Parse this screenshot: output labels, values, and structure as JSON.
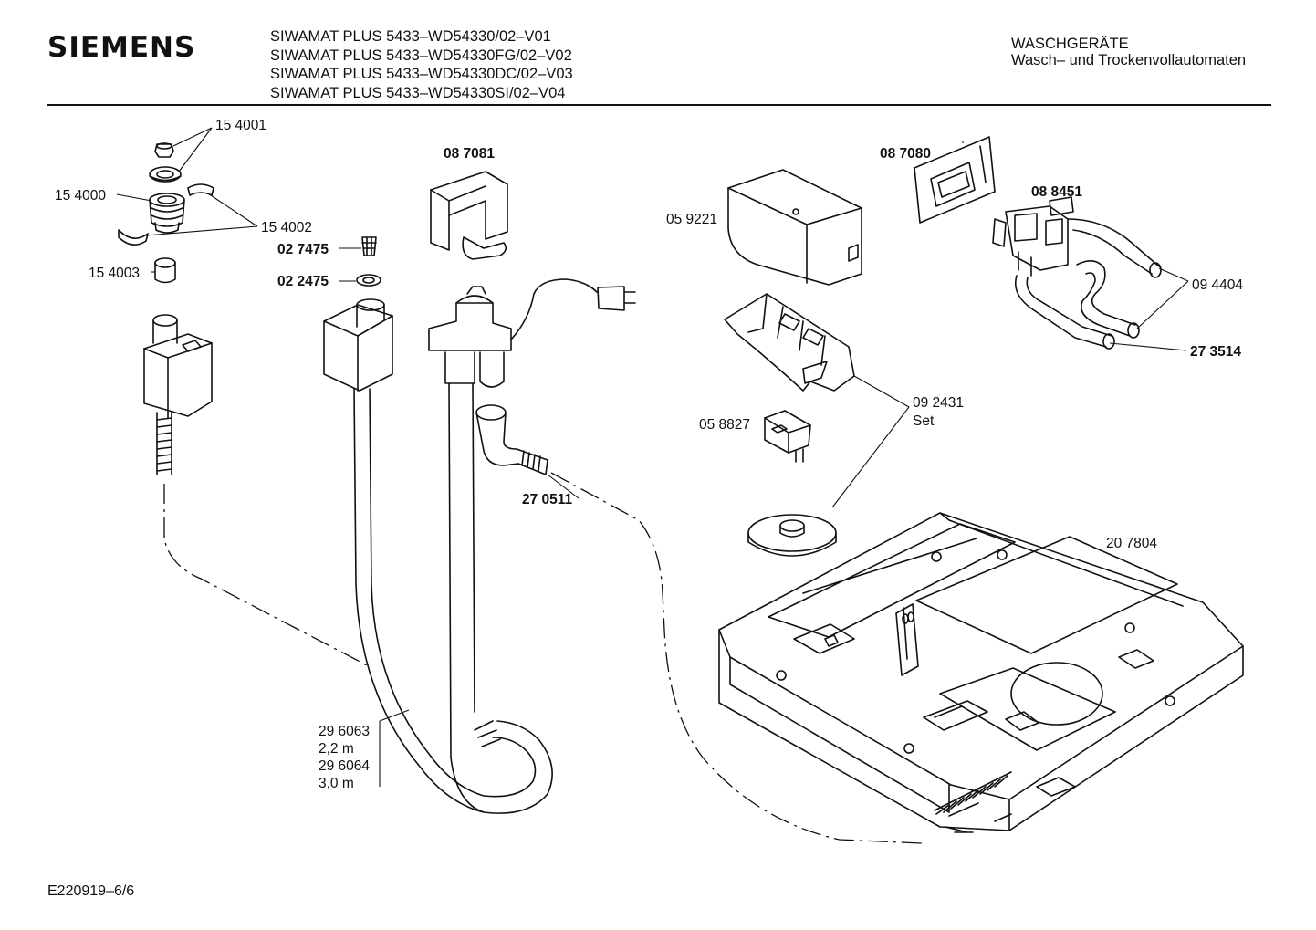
{
  "header": {
    "brand": "SIEMENS",
    "models": [
      "SIWAMAT PLUS 5433–WD54330/02–V01",
      "SIWAMAT PLUS 5433–WD54330FG/02–V02",
      "SIWAMAT PLUS 5433–WD54330DC/02–V03",
      "SIWAMAT PLUS 5433–WD54330SI/02–V04"
    ],
    "category": "WASCHGERÄTE",
    "subcategory": "Wasch– und Trockenvollautomaten"
  },
  "parts": {
    "p154001": "15 4001",
    "p154000": "15 4000",
    "p154002": "15 4002",
    "p027475": "02 7475",
    "p022475": "02 2475",
    "p154003": "15 4003",
    "p087081": "08 7081",
    "p270511": "27 0511",
    "p296063": "29 6063",
    "len22": "2,2 m",
    "p296064": "29 6064",
    "len30": "3,0 m",
    "p087080": "08 7080",
    "p059221": "05 9221",
    "p088451": "08 8451",
    "p094404": "09 4404",
    "p273514": "27 3514",
    "p092431": "09 2431",
    "set": "Set",
    "p058827": "05 8827",
    "p207804": "20 7804"
  },
  "footer": {
    "code": "E220919–6/6"
  }
}
